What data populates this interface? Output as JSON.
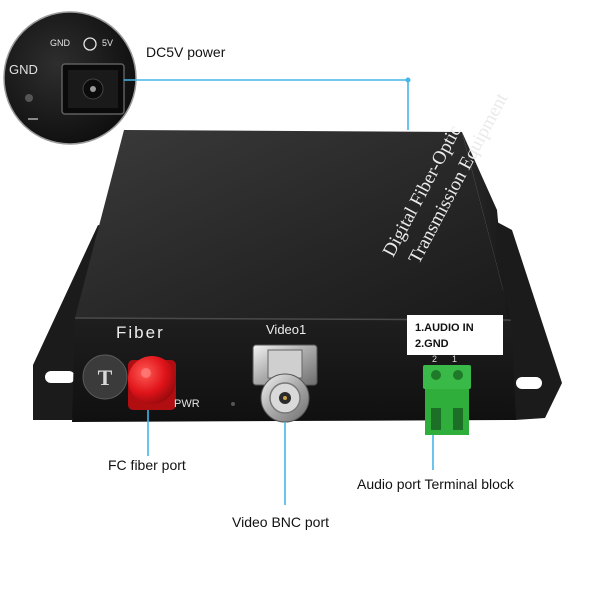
{
  "photo": {
    "device_title_line1": "Digital Fiber-Optic",
    "device_title_line2": "Transmission Equipment",
    "fiber_label": "Fiber",
    "pwr_label": "PWR",
    "video_label": "Video1",
    "audio_legend_line1": "1.AUDIO IN",
    "audio_legend_line2": "2.GND",
    "terminal_pin_numbers": [
      "2",
      "1"
    ],
    "logo_letter": "T",
    "inset_gnd_label": "GND",
    "inset_5v_label": "5V",
    "inset_side_gnd": "GND"
  },
  "callouts": {
    "power": "DC5V power",
    "fc_fiber": "FC fiber port",
    "video_bnc": "Video BNC port",
    "audio_terminal": "Audio port Terminal block"
  },
  "colors": {
    "callout_line": "#45b6e8",
    "device_body": "#1c1c1c",
    "fiber_cap": "#e0141a",
    "terminal_block": "#2fae3c"
  }
}
